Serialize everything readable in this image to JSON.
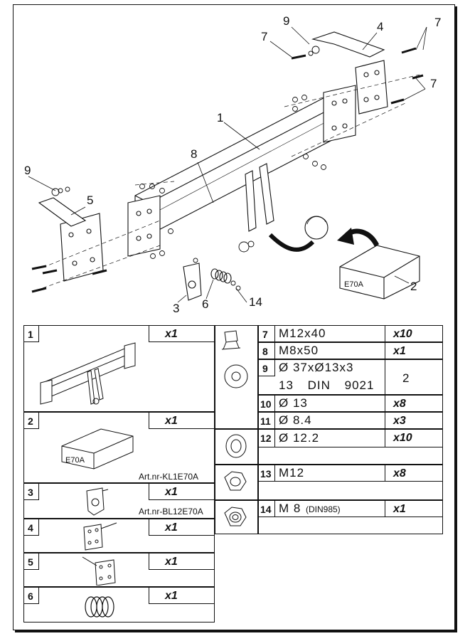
{
  "diagram": {
    "callouts": [
      "1",
      "2",
      "3",
      "4",
      "5",
      "6",
      "7",
      "7",
      "7",
      "8",
      "9",
      "9",
      "14"
    ],
    "box_label": "E70A"
  },
  "parts": [
    {
      "num": "1",
      "qty": "x1",
      "art": "Art.nr-KL1E70A"
    },
    {
      "num": "2",
      "qty": "x1",
      "box_label": "E70A"
    },
    {
      "num": "3",
      "qty": "x1",
      "art": "Art.nr-BL12E70A"
    },
    {
      "num": "4",
      "qty": "x1"
    },
    {
      "num": "5",
      "qty": "x1"
    },
    {
      "num": "6",
      "qty": "x1"
    }
  ],
  "hardware": [
    {
      "num": "7",
      "spec": "M12x40",
      "qty": "x10"
    },
    {
      "num": "8",
      "spec": "M8x50",
      "qty": "x1"
    },
    {
      "num": "9",
      "spec": "Ø 37xØ13x3",
      "spec2": "13 DIN 9021",
      "qty": "2"
    },
    {
      "num": "10",
      "spec": "Ø 13",
      "qty": "x8"
    },
    {
      "num": "11",
      "spec": "Ø 8.4",
      "qty": "x3"
    },
    {
      "num": "12",
      "spec": "Ø 12.2",
      "qty": "x10"
    },
    {
      "num": "13",
      "spec": "M12",
      "qty": "x8"
    },
    {
      "num": "14",
      "spec": "M 8",
      "spec_note": "(DIN985)",
      "qty": "x1"
    }
  ]
}
